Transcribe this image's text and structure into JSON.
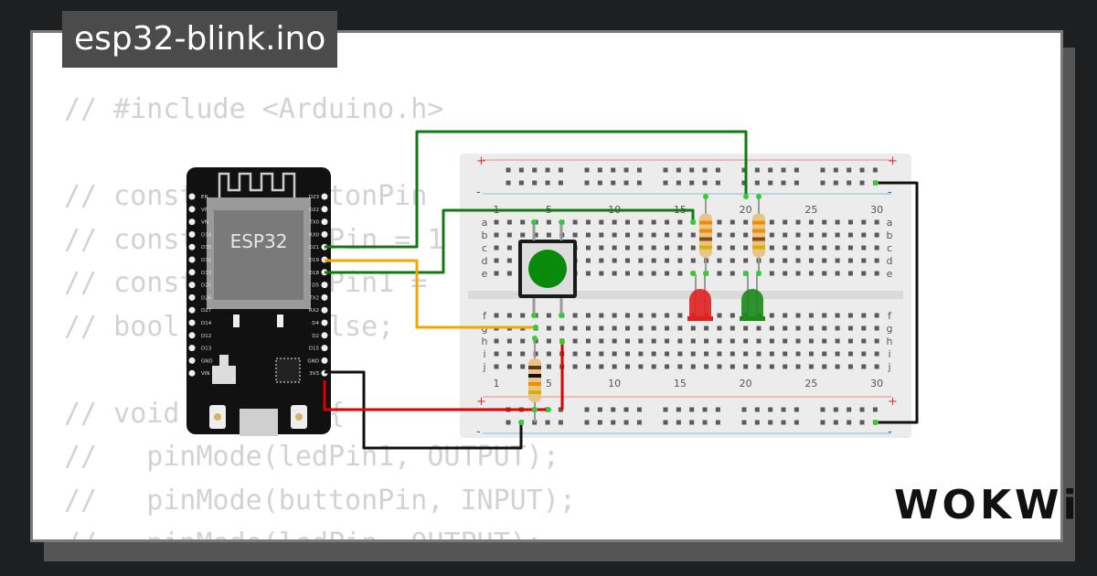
{
  "project": {
    "filename": "esp32-blink.ino"
  },
  "code_lines": [
    "// #include <Arduino.h>",
    "",
    "// const int buttonPin",
    "// const int ledPin = 1",
    "// const int ledPin1 =",
    "// bool led = false;",
    "",
    "// void setup() {",
    "//   pinMode(ledPin1, OUTPUT);",
    "//   pinMode(buttonPin, INPUT);",
    "//   pinMode(ledPin, OUTPUT);"
  ],
  "esp32": {
    "chip_label": "ESP32",
    "left_pins": [
      "EN",
      "VP",
      "VN",
      "D34",
      "D35",
      "D32",
      "D33",
      "D25",
      "D26",
      "D27",
      "D14",
      "D12",
      "D13",
      "GND",
      "VIN"
    ],
    "right_pins": [
      "D23",
      "D22",
      "TX0",
      "RX0",
      "D21",
      "D19",
      "D18",
      "D5",
      "TX2",
      "RX2",
      "D4",
      "D2",
      "D15",
      "GND",
      "3V3"
    ]
  },
  "breadboard": {
    "column_labels": [
      "1",
      "5",
      "10",
      "15",
      "20",
      "25",
      "30"
    ],
    "row_labels_top": [
      "a",
      "b",
      "c",
      "d",
      "e"
    ],
    "row_labels_bottom": [
      "f",
      "g",
      "h",
      "i",
      "j"
    ],
    "rail_plus": "+",
    "rail_minus": "-"
  },
  "components": {
    "leds": [
      {
        "color": "red",
        "hex": "#e02020"
      },
      {
        "color": "green",
        "hex": "#1a8a1a"
      }
    ],
    "button_color": "#0a8a0a"
  },
  "wire_colors": {
    "green": "#107a10",
    "yellow": "#f0a800",
    "red": "#e00000",
    "black": "#111111"
  },
  "brand": {
    "logo": "WOKWi"
  }
}
